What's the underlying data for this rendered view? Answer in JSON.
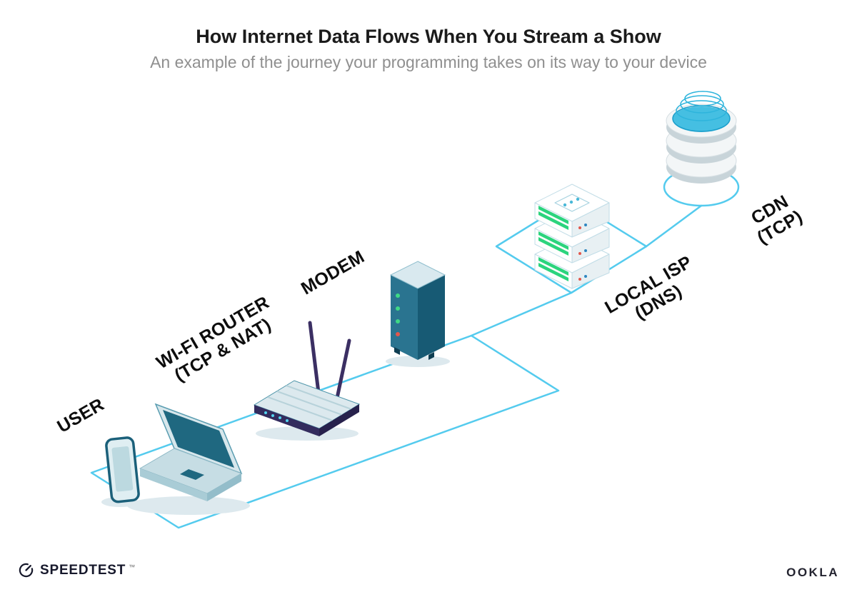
{
  "header": {
    "title": "How Internet Data Flows When You Stream a Show",
    "subtitle": "An example of the journey your programming takes on its way to your device"
  },
  "nodes": {
    "user": {
      "line1": "USER",
      "line2": ""
    },
    "router": {
      "line1": "WI-FI ROUTER",
      "line2": "(TCP & NAT)"
    },
    "modem": {
      "line1": "MODEM",
      "line2": ""
    },
    "isp": {
      "line1": "LOCAL ISP",
      "line2": "(DNS)"
    },
    "cdn": {
      "line1": "CDN",
      "line2": "(TCP)"
    }
  },
  "footer": {
    "speedtest": "SPEEDTEST",
    "speedtest_mark": "™",
    "ookla": "OOKLA"
  },
  "colors": {
    "path_blue": "#54cbee",
    "device_teal": "#1f6880",
    "led_green": "#2ed47d",
    "led_red": "#e2574c",
    "accent_cyan": "#45bfe2",
    "router_dark": "#332c5e"
  }
}
